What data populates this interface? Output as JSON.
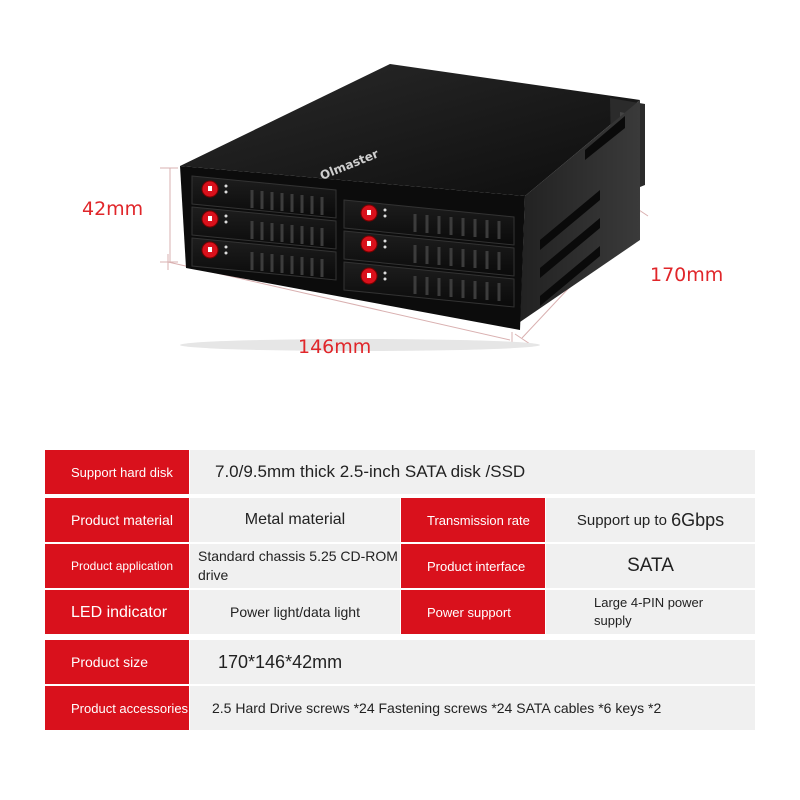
{
  "product": {
    "brand": "Olmaster",
    "dimensions": {
      "height": "42mm",
      "width": "146mm",
      "depth": "170mm"
    }
  },
  "specs": {
    "support_hard_disk": {
      "label": "Support hard disk",
      "value": "7.0/9.5mm thick 2.5-inch SATA disk /SSD"
    },
    "product_material": {
      "label": "Product material",
      "value": "Metal material"
    },
    "transmission_rate": {
      "label": "Transmission rate",
      "value_prefix": "Support up to ",
      "value_emph": "6Gbps"
    },
    "product_application": {
      "label": "Product application",
      "value": "Standard chassis 5.25 CD-ROM drive"
    },
    "product_interface": {
      "label": "Product interface",
      "value": "SATA"
    },
    "led_indicator": {
      "label": "LED indicator",
      "value": "Power light/data light"
    },
    "power_support": {
      "label": "Power support",
      "value": "Large 4-PIN power supply"
    },
    "product_size": {
      "label": "Product size",
      "value": "170*146*42mm"
    },
    "product_accessories": {
      "label": "Product accessories",
      "value": "2.5 Hard Drive screws *24 Fastening screws *24 SATA cables *6 keys *2"
    }
  },
  "colors": {
    "accent_red": "#d9111c",
    "dimension_red": "#e0262a",
    "cell_gray": "#f0f0f0",
    "chassis_black": "#111111"
  }
}
